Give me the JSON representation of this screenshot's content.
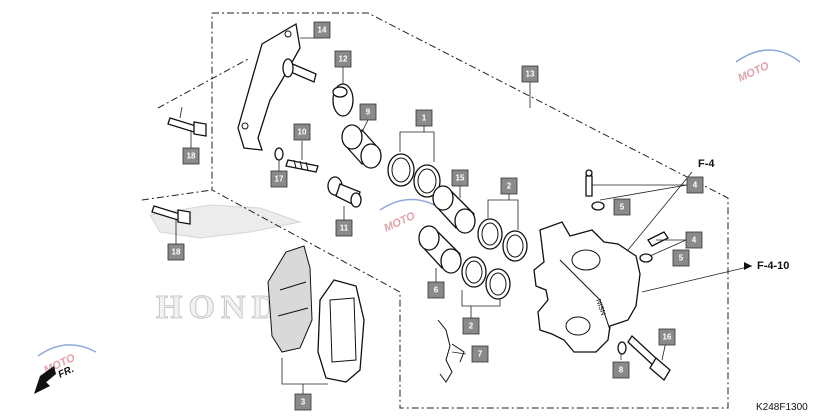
{
  "diagram": {
    "code": "K248F1300",
    "direction_label": "FR.",
    "watermark_brand": "HONDA",
    "watermark_site": "MOTO",
    "references": [
      "F-4",
      "F-4-10"
    ],
    "callouts": [
      "1",
      "2",
      "2",
      "3",
      "4",
      "4",
      "5",
      "5",
      "6",
      "7",
      "8",
      "9",
      "10",
      "11",
      "12",
      "13",
      "14",
      "15",
      "16",
      "17",
      "18",
      "18"
    ]
  }
}
